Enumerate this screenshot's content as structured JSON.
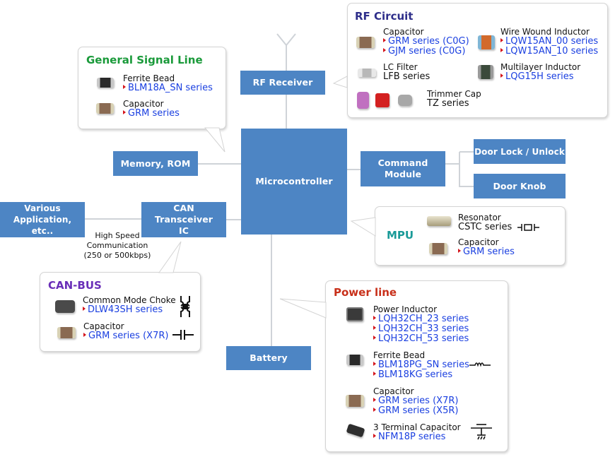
{
  "colors": {
    "block": "#4d85c4",
    "link": "#1a3fe0",
    "bullet": "#d4141b",
    "wire": "#cfd3d8"
  },
  "blocks": {
    "rf_receiver": "RF Receiver",
    "microcontroller": "Microcontroller",
    "memory": "Memory, ROM",
    "can_transceiver": "CAN Transceiver IC",
    "various": "Various Application, etc..",
    "command_module": "Command Module",
    "door_lock": "Door Lock / Unlock",
    "door_knob": "Door Knob",
    "battery": "Battery"
  },
  "can_note": [
    "High Speed",
    "Communication",
    "(250 or 500kbps)"
  ],
  "rf_circuit": {
    "title": "RF Circuit",
    "capacitor": {
      "label": "Capacitor",
      "links": [
        "GRM series (C0G)",
        "GJM series (C0G)"
      ]
    },
    "lc_filter": {
      "label": "LC Filter",
      "series": "LFB series"
    },
    "trimmer": {
      "label": "Trimmer Cap",
      "series": "TZ series"
    },
    "wire_wound": {
      "label": "Wire Wound Inductor",
      "links": [
        "LQW15AN_00 series",
        "LQW15AN_10 series"
      ]
    },
    "multilayer": {
      "label": "Multilayer Inductor",
      "links": [
        "LQG15H series"
      ]
    }
  },
  "general_signal": {
    "title": "General Signal Line",
    "ferrite": {
      "label": "Ferrite Bead",
      "links": [
        "BLM18A_SN series"
      ]
    },
    "capacitor": {
      "label": "Capacitor",
      "links": [
        "GRM series"
      ]
    }
  },
  "mpu": {
    "title": "MPU",
    "resonator": {
      "label": "Resonator",
      "series": "CSTC series"
    },
    "capacitor": {
      "label": "Capacitor",
      "links": [
        "GRM series"
      ]
    }
  },
  "can_bus": {
    "title": "CAN-BUS",
    "choke": {
      "label": "Common Mode Choke",
      "links": [
        "DLW43SH series"
      ]
    },
    "capacitor": {
      "label": "Capacitor",
      "links": [
        "GRM series (X7R)"
      ]
    }
  },
  "power_line": {
    "title": "Power line",
    "inductor": {
      "label": "Power Inductor",
      "links": [
        "LQH32CH_23 series",
        "LQH32CH_33 series",
        "LQH32CH_53 series"
      ]
    },
    "ferrite": {
      "label": "Ferrite Bead",
      "links": [
        "BLM18PG_SN series",
        "BLM18KG series"
      ]
    },
    "capacitor": {
      "label": "Capacitor",
      "links": [
        "GRM series (X7R)",
        "GRM series (X5R)"
      ]
    },
    "three_terminal": {
      "label": "3 Terminal Capacitor",
      "links": [
        "NFM18P series"
      ]
    }
  }
}
